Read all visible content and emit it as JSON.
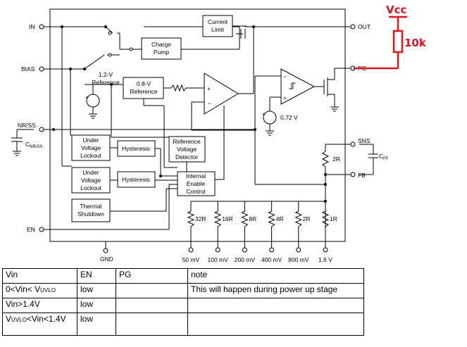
{
  "diagram": {
    "pins": {
      "in": "IN",
      "bias": "BIAS",
      "nr_ss": "NR/SS",
      "en": "EN",
      "out": "OUT",
      "pg": "PG",
      "sns": "SNS",
      "fb": "FB",
      "gnd": "GND"
    },
    "cap_nr": {
      "main": "C",
      "sub": "NR/SS"
    },
    "cap_ff": {
      "main": "C",
      "sub": "FF"
    },
    "blocks": {
      "current_limit": [
        "Current",
        "Limit"
      ],
      "charge_pump": [
        "Charge",
        "Pump"
      ],
      "ref_08": [
        "0.8-V",
        "Reference"
      ],
      "ref_12": [
        "1.2-V",
        "Reference"
      ],
      "uvlo1": [
        "Under",
        "Voltage",
        "Lockout"
      ],
      "uvlo2": [
        "Under",
        "Voltage",
        "Lockout"
      ],
      "hyst1": "Hysteresis",
      "hyst2": "Hysteresis",
      "ref_det": [
        "Reference",
        "Voltage",
        "Detector"
      ],
      "enable": [
        "Internal",
        "Enable",
        "Control"
      ],
      "thermal": [
        "Thermal",
        "Shutdown"
      ]
    },
    "comparator_ref": "0.72 V",
    "fb_resistor": "2R",
    "ladder": {
      "resistors": [
        "32R",
        "16R",
        "8R",
        "4R",
        "2R",
        "1R"
      ],
      "voltages": [
        "50 mV",
        "100 mV",
        "200 mV",
        "400 mV",
        "800 mV",
        "1.6 V"
      ]
    },
    "annotation": {
      "vcc": "Vcc",
      "resistor": "10k"
    },
    "colors": {
      "ink": "#000000",
      "annotation": "#e0141e"
    }
  },
  "table": {
    "headers": [
      "Vin",
      "EN",
      "PG",
      "note"
    ],
    "rows": [
      {
        "vin_pre": "0<Vin< V",
        "vin_sub": "UVLO",
        "vin_post": "",
        "en": "low",
        "pg": "",
        "note": "This will happen during power up stage"
      },
      {
        "vin_pre": "Vin>1.4V",
        "vin_sub": "",
        "vin_post": "",
        "en": "low",
        "pg": "",
        "note": ""
      },
      {
        "vin_pre": "V",
        "vin_sub": "UVLO",
        "vin_post": "<Vin<1.4V",
        "en": "low",
        "pg": "",
        "note": ""
      }
    ]
  }
}
